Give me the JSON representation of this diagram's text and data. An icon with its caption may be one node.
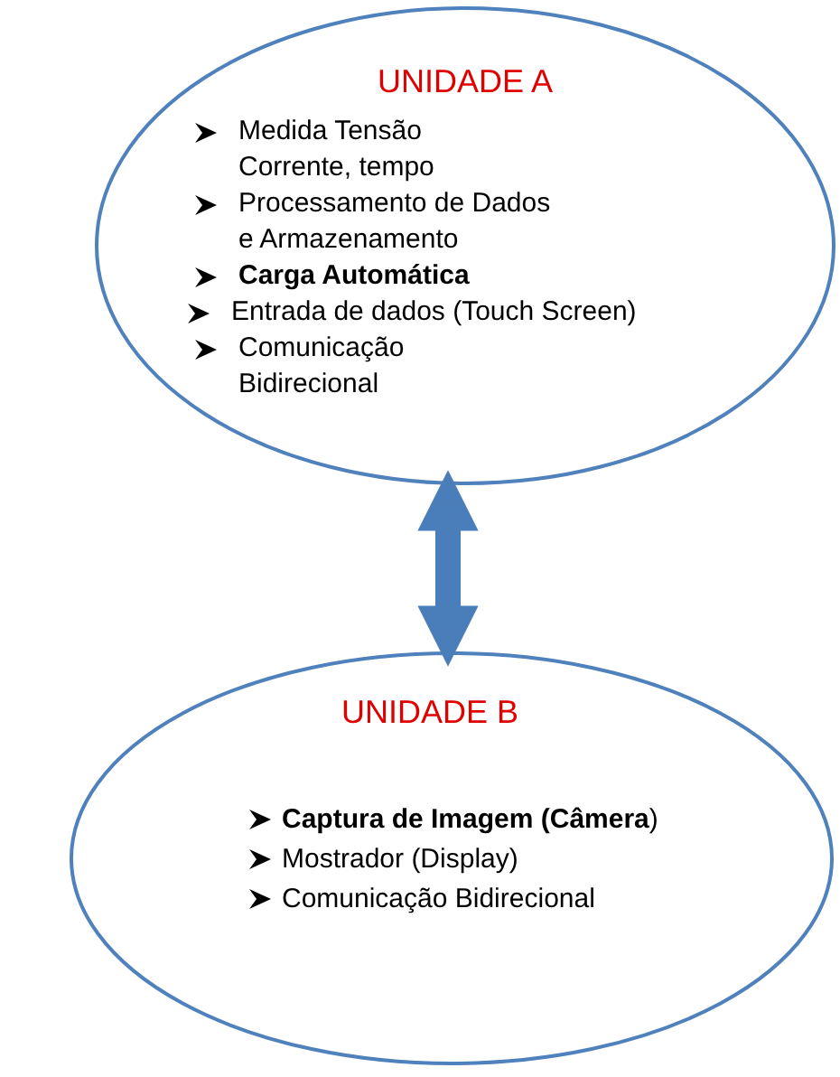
{
  "diagram": {
    "nodes": [
      {
        "text": [
          "UNIDADE A",
          "Medida Tensão Corrente, tempo",
          "Processamento de Dados e Armazenamento",
          "**Carga Automática**",
          "Entrada de dados (Touch Screen)",
          "Comunicação Bidirecional"
        ]
      },
      {
        "text": [
          "UNIDADE B",
          "**Captura de Imagem (Câmera**)",
          "Mostrador (Display)",
          "Comunicação Bidirecional"
        ]
      }
    ],
    "edges": [
      {
        "from": 0,
        "to": 1,
        "arrow": "both"
      }
    ]
  }
}
